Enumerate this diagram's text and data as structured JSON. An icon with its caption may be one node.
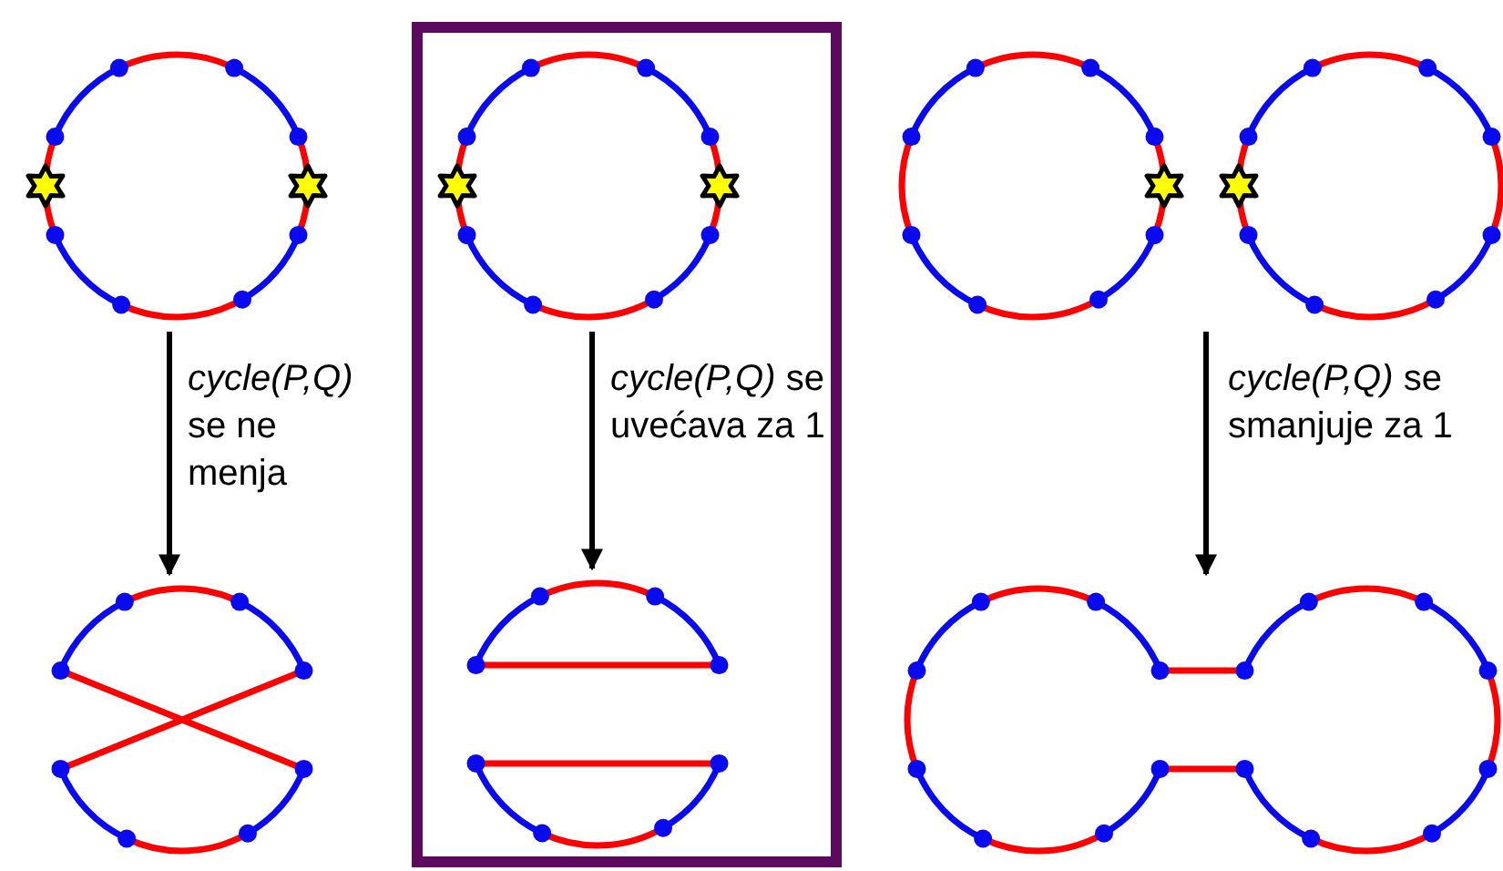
{
  "diagram": {
    "nodes": [
      {
        "text": [],
        "shape": "picture"
      },
      {
        "text": [],
        "shape": "picture"
      },
      {
        "text": [],
        "shape": "box"
      },
      {
        "text": [],
        "shape": "picture",
        "in": 2
      },
      {
        "text": [],
        "shape": "picture",
        "in": 2
      },
      {
        "text": [],
        "shape": "picture"
      },
      {
        "text": [],
        "shape": "picture"
      }
    ],
    "edges": [
      {
        "from": 0,
        "to": 1,
        "arrow": "to",
        "label": "*cycle(P,Q)* se ne menja"
      },
      {
        "from": 3,
        "to": 4,
        "arrow": "to",
        "label": "*cycle(P,Q)* se uvećava za 1"
      },
      {
        "from": 5,
        "to": 6,
        "arrow": "to",
        "label": "*cycle(P,Q)* se smanjuje za 1"
      }
    ]
  }
}
